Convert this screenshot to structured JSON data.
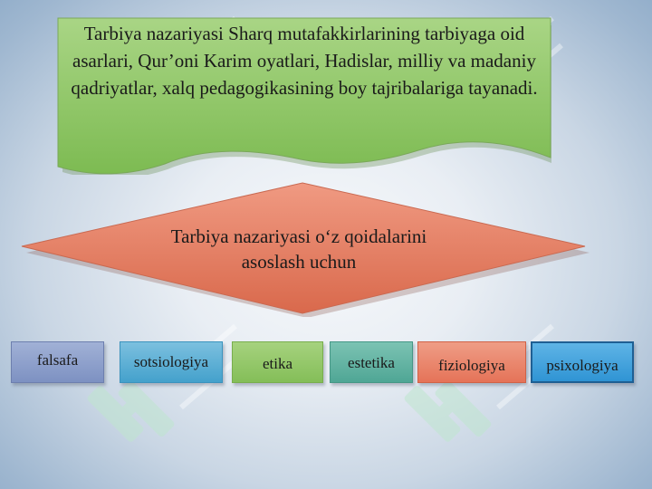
{
  "banner": {
    "text": "Tarbiya nazariyasi Sharq mutafakkirlarining tarbiyaga oid asarlari, Qur’oni Karim oyatlari, Hadislar, milliy va madaniy qadriyatlar, xalq pedagogikasining  boy tajribalariga tayanadi."
  },
  "diamond": {
    "text": "Tarbiya nazariyasi o‘z qoidalarini asoslash uchun"
  },
  "boxes": [
    {
      "label": "falsafa",
      "color": "#8a9cc9"
    },
    {
      "label": "sotsiologiya",
      "color": "#55abd3"
    },
    {
      "label": "etika",
      "color": "#93c567"
    },
    {
      "label": "estetika",
      "color": "#5fb2a2"
    },
    {
      "label": "fiziologiya",
      "color": "#ea8067"
    },
    {
      "label": "psixologiya",
      "color": "#3ea0da"
    }
  ],
  "colors": {
    "banner_fill": "#92c86a",
    "diamond_fill": "#e07a5f"
  }
}
